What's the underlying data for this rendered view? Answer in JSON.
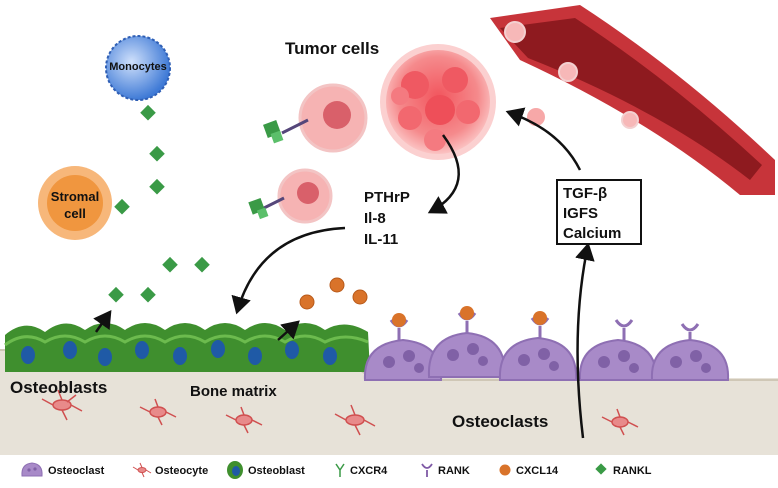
{
  "labels": {
    "tumor_cells": "Tumor cells",
    "monocytes": "Monocytes",
    "stromal_line1": "Stromal",
    "stromal_line2": "cell",
    "factors": [
      "PTHrP",
      "Il-8",
      "IL-11"
    ],
    "box_items": [
      "TGF-β",
      "IGFS",
      "Calcium"
    ],
    "osteoblasts": "Osteoblasts",
    "bone_matrix": "Bone matrix",
    "osteoclasts": "Osteoclasts"
  },
  "legend": [
    {
      "icon": "osteoclast-icon",
      "label": "Osteoclast"
    },
    {
      "icon": "osteocyte-icon",
      "label": "Osteocyte"
    },
    {
      "icon": "osteoblast-icon",
      "label": "Osteoblast"
    },
    {
      "icon": "cxcr4-icon",
      "label": "CXCR4"
    },
    {
      "icon": "rank-icon",
      "label": "RANK"
    },
    {
      "icon": "cxcl14-icon",
      "label": "CXCL14"
    },
    {
      "icon": "rankl-icon",
      "label": "RANKL"
    }
  ],
  "colors": {
    "tumor": "#f07d80",
    "vessel": "#8e1a1f",
    "osteoblast": "#3f8f2e",
    "osteoclast": "#a88ac8",
    "rankl": "#3a9a46",
    "cxcl14": "#d9732a",
    "bone": "#e7e2d8",
    "stromal": "#f0a04b",
    "monocyte": "#3f7ad6"
  }
}
